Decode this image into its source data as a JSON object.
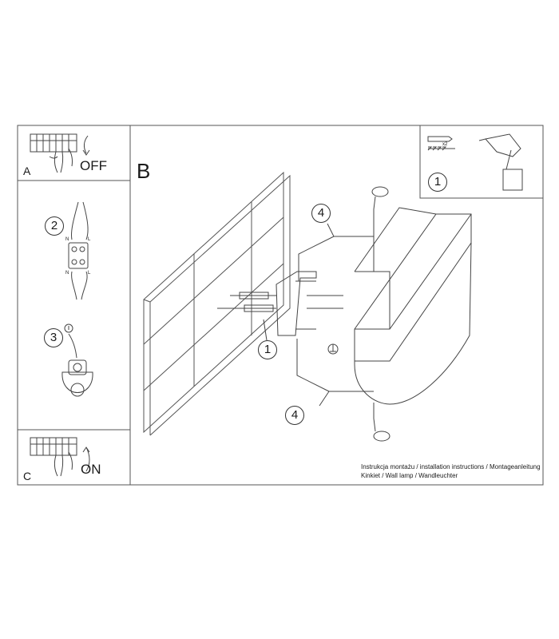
{
  "panels": {
    "a": {
      "letter": "A",
      "action": "OFF"
    },
    "b": {
      "letter": "B"
    },
    "c": {
      "letter": "C",
      "action": "ON"
    }
  },
  "steps": {
    "one": "1",
    "two": "2",
    "three": "3",
    "four": "4"
  },
  "terminal": {
    "n": "N",
    "l": "L"
  },
  "screw_count": "x2",
  "caption": {
    "line1": "Instrukcja montażu / installation instructions / Montageanleitung",
    "line2": "Kinkiet / Wall lamp / Wandleuchter"
  },
  "colors": {
    "line": "#444444",
    "frame": "#555555",
    "fill": "#ffffff"
  }
}
